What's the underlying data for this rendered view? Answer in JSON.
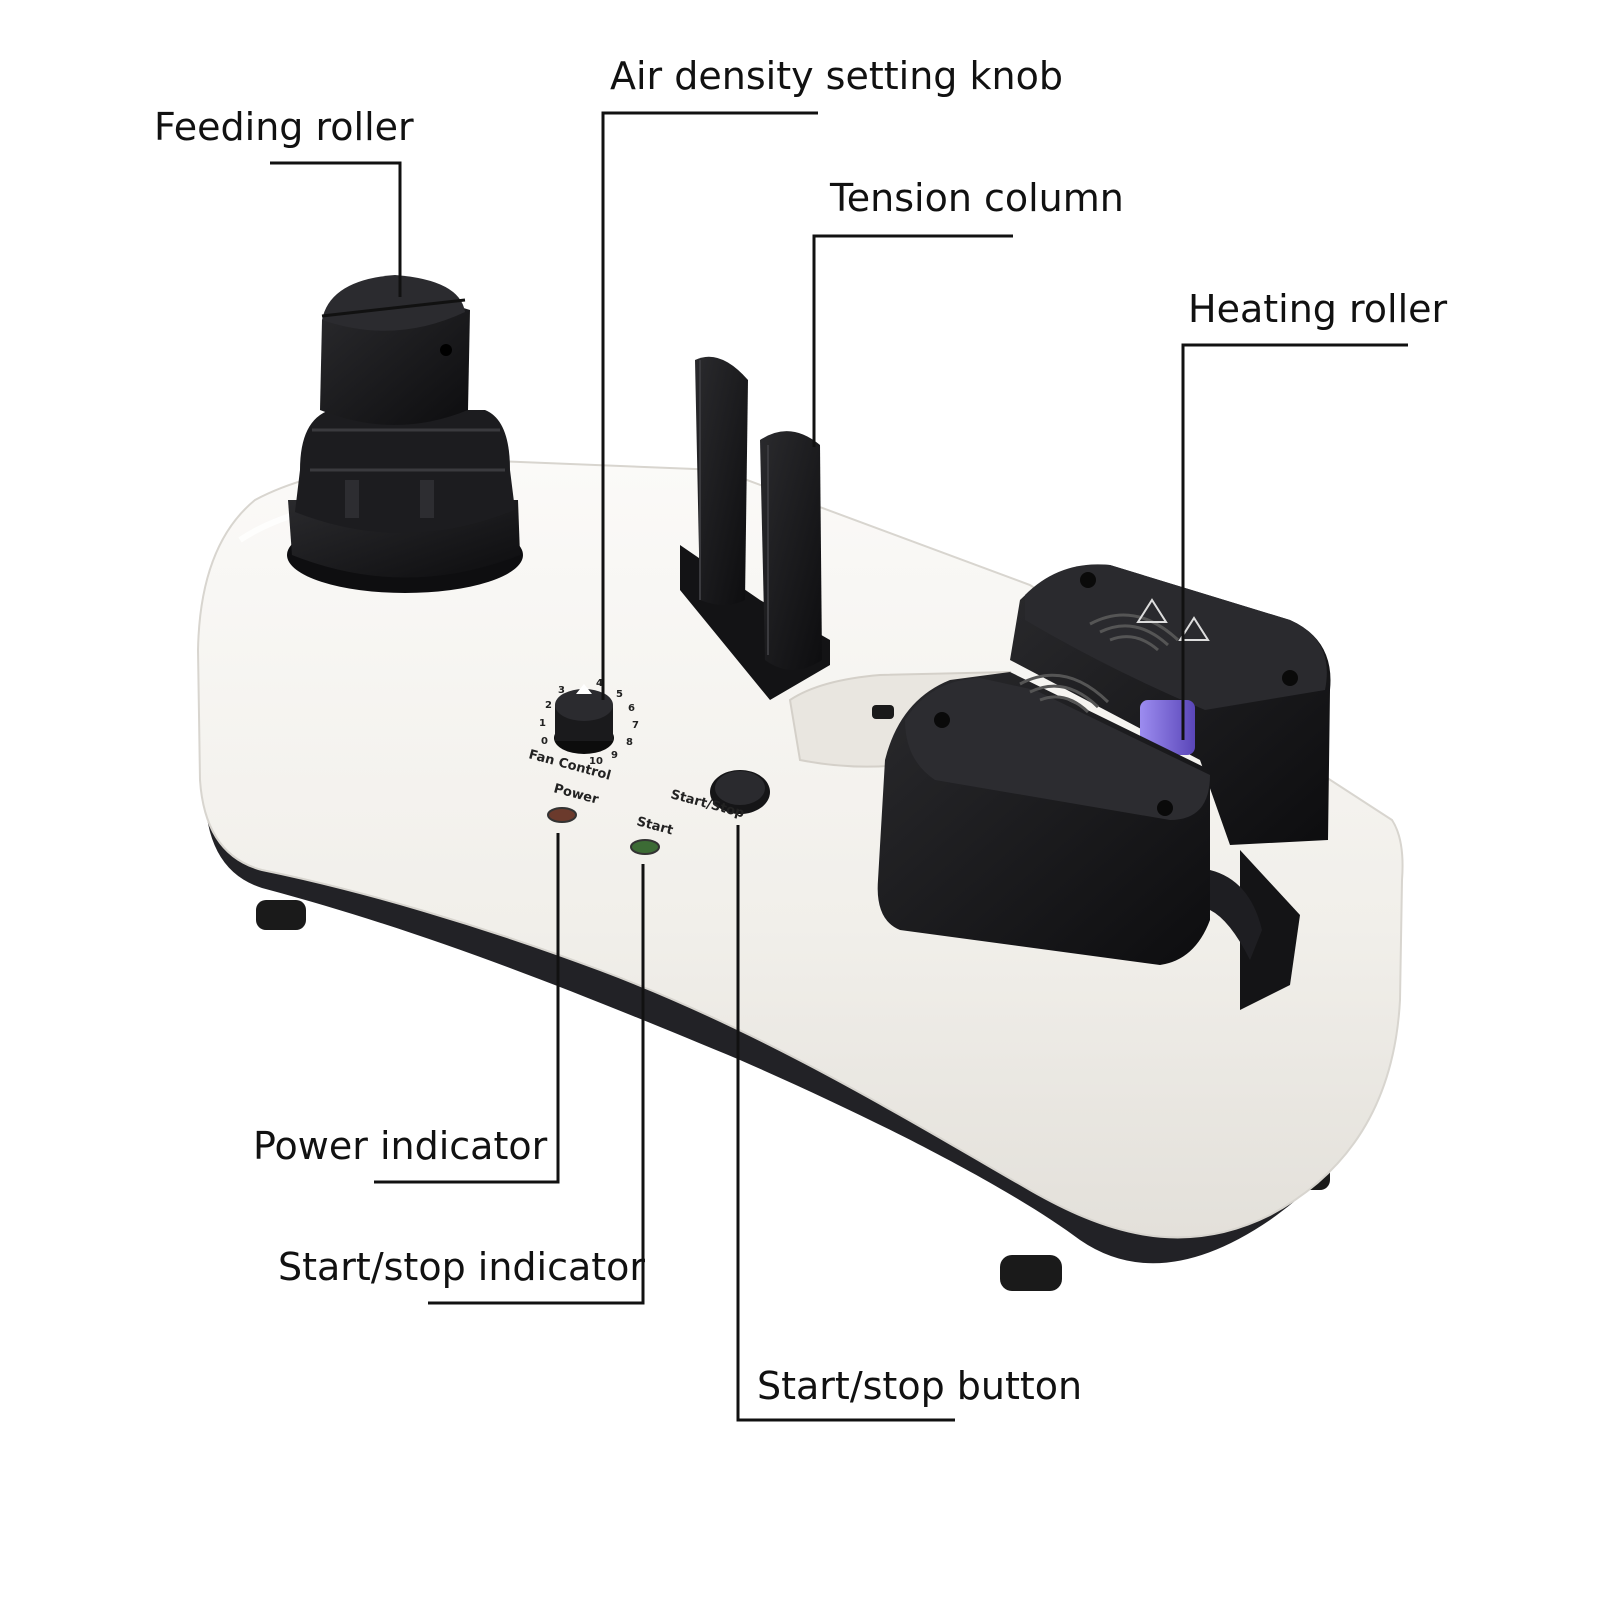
{
  "callouts": {
    "feeding_roller": "Feeding roller",
    "air_density_knob": "Air density setting knob",
    "tension_column": "Tension column",
    "heating_roller": "Heating roller",
    "power_indicator": "Power indicator",
    "start_stop_indicator": "Start/stop indicator",
    "start_stop_button": "Start/stop button"
  },
  "panel_labels": {
    "fan_control": "Fan Control",
    "power": "Power",
    "start": "Start",
    "start_stop": "Start/Stop",
    "dial_numbers": [
      "0",
      "1",
      "2",
      "3",
      "4",
      "5",
      "6",
      "7",
      "8",
      "9",
      "10"
    ]
  },
  "colors": {
    "body": "#f4f2ee",
    "plastic": "#1b1b1d",
    "base_band": "#222226",
    "power_led": "#6b3a2c",
    "start_led": "#3c6b35",
    "roller_purple": "#7d6bd8",
    "leader": "#111111"
  }
}
